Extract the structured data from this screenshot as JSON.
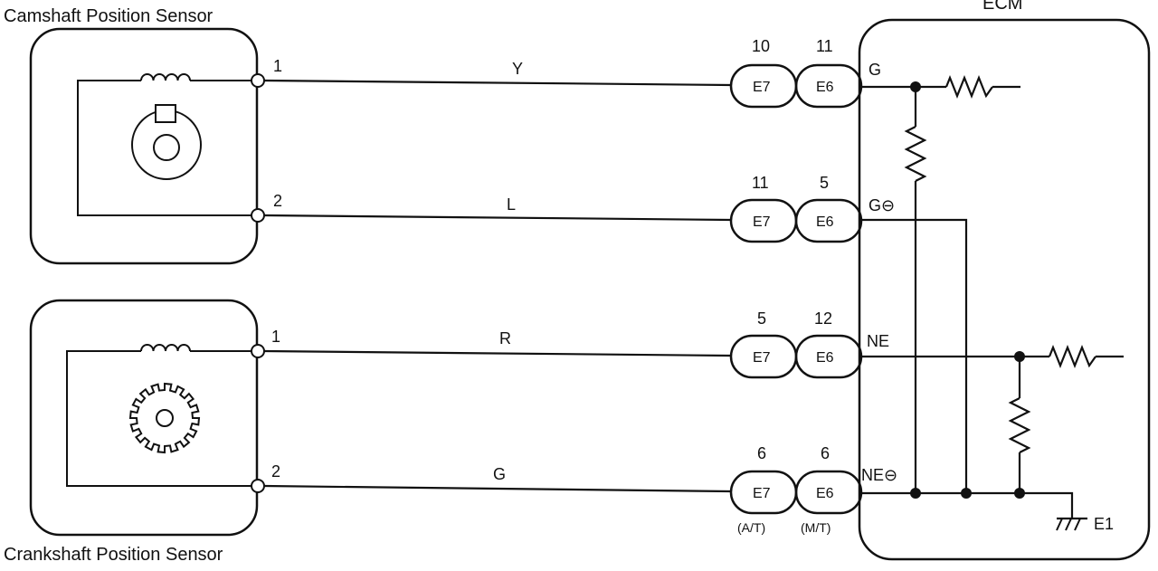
{
  "sensors": {
    "camshaft": {
      "title": "Camshaft Position Sensor",
      "pins": [
        {
          "label": "1"
        },
        {
          "label": "2"
        }
      ]
    },
    "crankshaft": {
      "title": "Crankshaft Position Sensor",
      "pins": [
        {
          "label": "1"
        },
        {
          "label": "2"
        }
      ]
    }
  },
  "wires": [
    {
      "color_code": "Y"
    },
    {
      "color_code": "L"
    },
    {
      "color_code": "R"
    },
    {
      "color_code": "G"
    }
  ],
  "connectors": [
    {
      "e7_pin": "10",
      "e6_pin": "11",
      "e7_name": "E7",
      "e6_name": "E6"
    },
    {
      "e7_pin": "11",
      "e6_pin": "5",
      "e7_name": "E7",
      "e6_name": "E6"
    },
    {
      "e7_pin": "5",
      "e6_pin": "12",
      "e7_name": "E7",
      "e6_name": "E6"
    },
    {
      "e7_pin": "6",
      "e6_pin": "6",
      "e7_name": "E7",
      "e6_name": "E6"
    }
  ],
  "connector_notes": {
    "e7": "(A/T)",
    "e6": "(M/T)"
  },
  "ecm": {
    "title": "ECM",
    "terminals": [
      "G",
      "G⊖",
      "NE",
      "NE⊖"
    ],
    "ground": "E1"
  }
}
